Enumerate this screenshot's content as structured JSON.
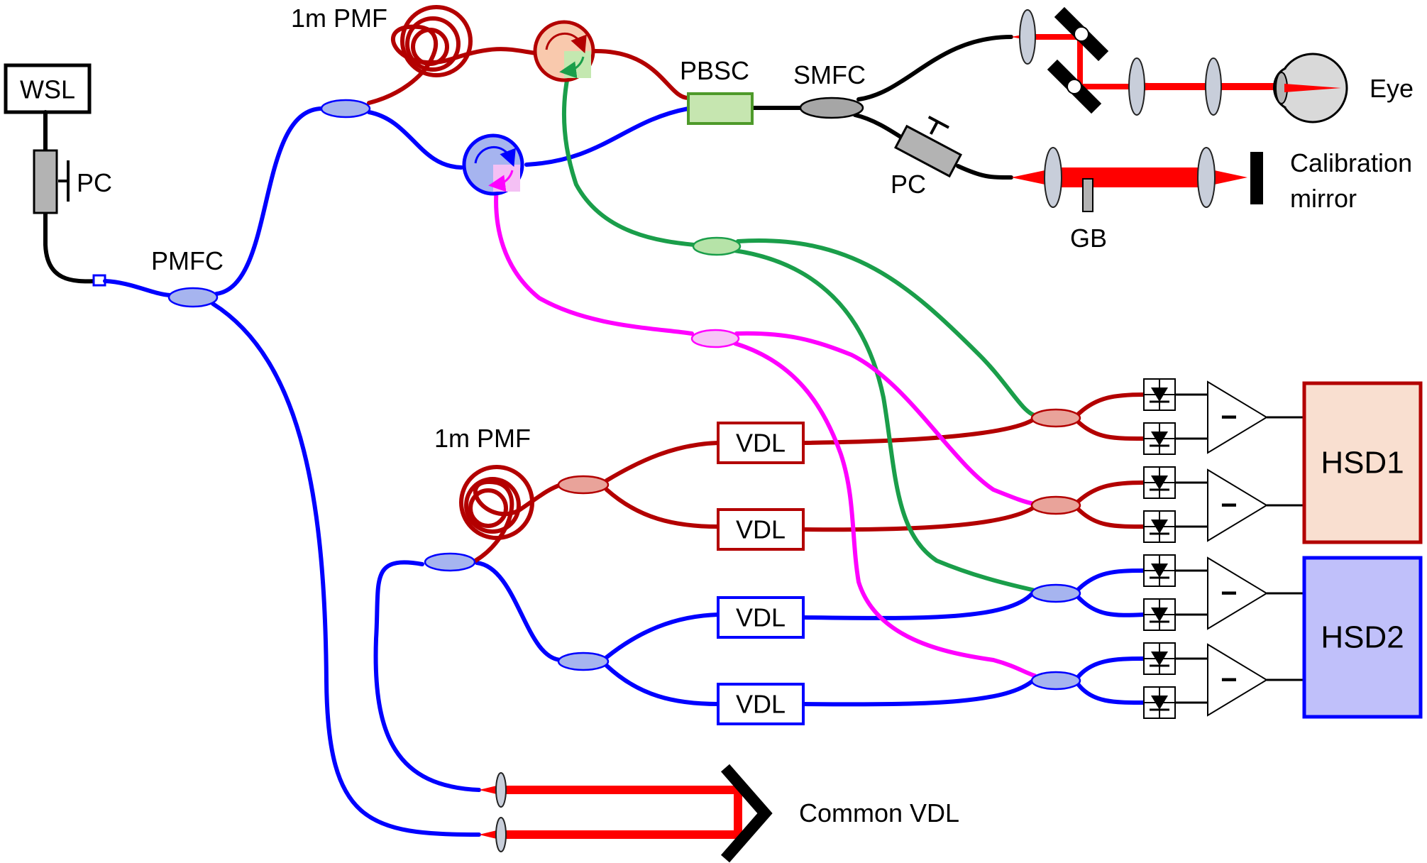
{
  "labels": {
    "wsl": "WSL",
    "pc_source": "PC",
    "pmfc": "PMFC",
    "pmf_top": "1m PMF",
    "pbsc": "PBSC",
    "smfc": "SMFC",
    "pc_cal": "PC",
    "gb": "GB",
    "eye": "Eye",
    "cal_line1": "Calibration",
    "cal_line2": "mirror",
    "pmf_bottom": "1m PMF",
    "vdl": "VDL",
    "minus": "−",
    "hsd1": "HSD1",
    "hsd2": "HSD2",
    "common_vdl": "Common VDL"
  },
  "colors": {
    "fiber_source": "#000000",
    "fiber_blue": "#0000ff",
    "fiber_red": "#b30000",
    "fiber_green": "#1a9e4a",
    "fiber_magenta": "#ff00ff",
    "beam": "#ff0000",
    "hsd1_fill": "#f9dfd0",
    "hsd1_stroke": "#b30000",
    "hsd2_fill": "#c0c0fa",
    "hsd2_stroke": "#0000ff"
  }
}
